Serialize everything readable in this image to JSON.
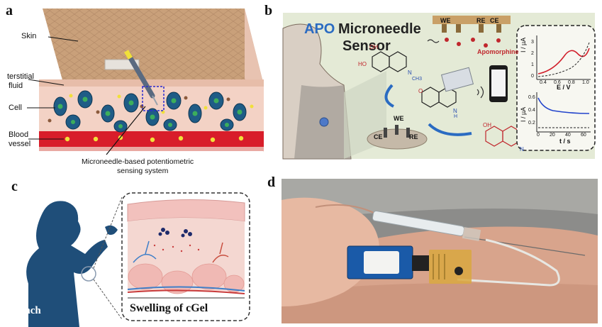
{
  "panels": {
    "a": {
      "label": "a",
      "skin": "Skin",
      "interstitial_fluid_line1": "terstitial",
      "interstitial_fluid_line2": "fluid",
      "cell": "Cell",
      "blood_vessel_line1": "Blood",
      "blood_vessel_line2": "vessel",
      "system_line1": "Microneedle-based potentiometric",
      "system_line2": "sensing system"
    },
    "b": {
      "label": "b",
      "title_apo": "APO",
      "title_rest": "Microneedle",
      "title_line2": "Sensor",
      "electrodes": {
        "we": "WE",
        "re": "RE",
        "ce": "CE"
      },
      "apomorphine": "Apomorphine",
      "disc": {
        "we": "WE",
        "ce": "CE",
        "re": "RE"
      },
      "chem": {
        "ho": "HO",
        "oh": "OH",
        "n": "N",
        "ch3": "CH3",
        "o": "O",
        "h": "H"
      },
      "plot_top": {
        "ylabel": "I / µA",
        "xlabel": "E / V",
        "yticks": [
          "0",
          "1",
          "2",
          "3"
        ],
        "xticks": [
          "0.4",
          "0.6",
          "0.8",
          "1.0"
        ]
      },
      "plot_bottom": {
        "ylabel": "I / µA",
        "xlabel": "t / s",
        "yticks": [
          "0.6",
          "0.4",
          "0.2"
        ],
        "xticks": [
          "0",
          "20",
          "40",
          "60"
        ]
      }
    },
    "c": {
      "label": "c",
      "lunch": "Lunch",
      "caption": "Swelling of cGel"
    },
    "d": {
      "label": "d"
    }
  },
  "colors": {
    "skin_top": "#c9a07a",
    "fluid": "#f3d2c5",
    "cell": "#1f5c86",
    "nucleus": "#3cae5c",
    "blood": "#d81d2a",
    "yellow_dot": "#f1e03a",
    "silhouette": "#1f4e79",
    "apo_blue": "#2a6bc2",
    "red_curve": "#d11f2b",
    "blue_curve": "#2244cc"
  }
}
